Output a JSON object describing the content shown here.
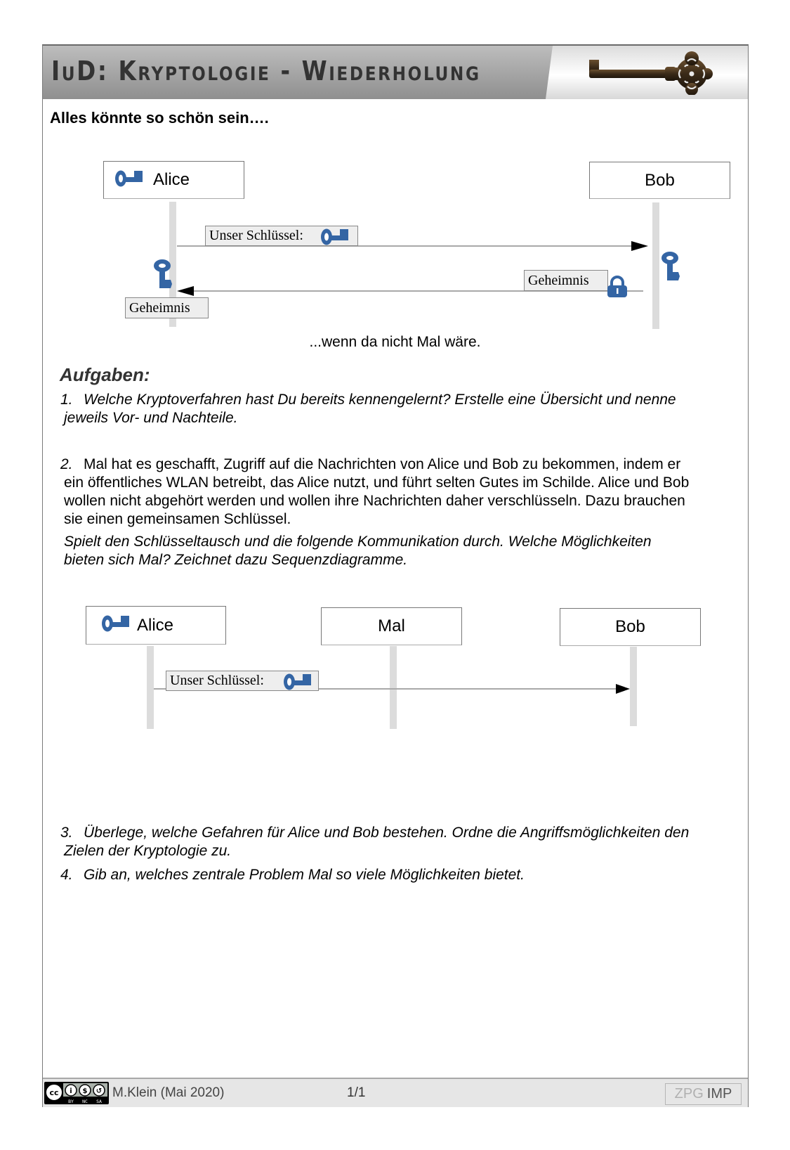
{
  "header": {
    "title_parts": [
      {
        "text": "I",
        "size": "big"
      },
      {
        "text": "U",
        "size": "small"
      },
      {
        "text": "D: ",
        "size": "big"
      },
      {
        "text": "K",
        "size": "big"
      },
      {
        "text": "RYPTOLOGIE",
        "size": "small"
      },
      {
        "text": " - ",
        "size": "big"
      },
      {
        "text": "W",
        "size": "big"
      },
      {
        "text": "IEDERHOLUNG",
        "size": "small"
      }
    ],
    "title_full": "IuD: Kryptologie - Wiederholung",
    "image": "antique-key-image"
  },
  "intro": "Alles könnte so schön sein….",
  "diagram1": {
    "actors": {
      "alice": {
        "label": "Alice",
        "icon": "key-icon"
      },
      "bob": {
        "label": "Bob"
      }
    },
    "messages": [
      {
        "from": "Alice",
        "to": "Bob",
        "label": "Unser Schlüssel:",
        "icon": "key-icon"
      },
      {
        "from": "Bob",
        "to": "Alice",
        "label": "Geheimnis",
        "icon": "padlock-icon"
      }
    ],
    "alice_received_label": "Geheimnis",
    "caption": "...wenn da nicht Mal wäre."
  },
  "tasks": {
    "heading": "Aufgaben:",
    "items": [
      {
        "num": "1.",
        "line1": "Welche Kryptoverfahren hast  Du bereits kennengelernt? Erstelle eine Übersicht und nenne",
        "line2": "jeweils Vor- und Nachteile."
      },
      {
        "num": "2.",
        "line1": "Mal hat es geschafft, Zugriff auf die Nachrichten von Alice und Bob zu bekommen, indem er",
        "line2": "ein öffentliches WLAN betreibt, das Alice nutzt, und führt selten Gutes im Schilde. Alice und Bob",
        "line3": "wollen nicht abgehört werden und wollen ihre Nachrichten daher verschlüsseln. Dazu brauchen",
        "line4": "sie einen gemeinsamen Schlüssel.",
        "italic1": "Spielt den Schlüsseltausch und die folgende Kommunikation durch. Welche Möglichkeiten",
        "italic2": "bieten sich Mal? Zeichnet dazu Sequenzdiagramme."
      },
      {
        "num": "3.",
        "line1": "Überlege, welche Gefahren für Alice und Bob bestehen. Ordne die Angriffsmöglichkeiten den",
        "line2": "Zielen der Kryptologie zu."
      },
      {
        "num": "4.",
        "line1": "Gib an, welches zentrale Problem Mal so viele Möglichkeiten bietet."
      }
    ]
  },
  "diagram2": {
    "actors": {
      "alice": {
        "label": "Alice",
        "icon": "key-icon"
      },
      "mal": {
        "label": "Mal"
      },
      "bob": {
        "label": "Bob"
      }
    },
    "messages": [
      {
        "from": "Alice",
        "to": "Bob",
        "label": "Unser Schlüssel:",
        "icon": "key-icon"
      }
    ]
  },
  "footer": {
    "license_badge": "CC BY NC SA",
    "license_labels": [
      "BY",
      "NC",
      "SA"
    ],
    "author": "M.Klein (Mai 2020)",
    "page": "1/1",
    "brand_zpg": "ZPG",
    "brand_imp": "IMP"
  },
  "colors": {
    "key_blue": "#3465a4",
    "header_gradient_top": "#bdbdbd",
    "header_gradient_bottom": "#8f8f8f",
    "lifeline": "#dcdcdc",
    "label_bg": "#eeeeee",
    "footer_bg": "#e6e6e6"
  }
}
